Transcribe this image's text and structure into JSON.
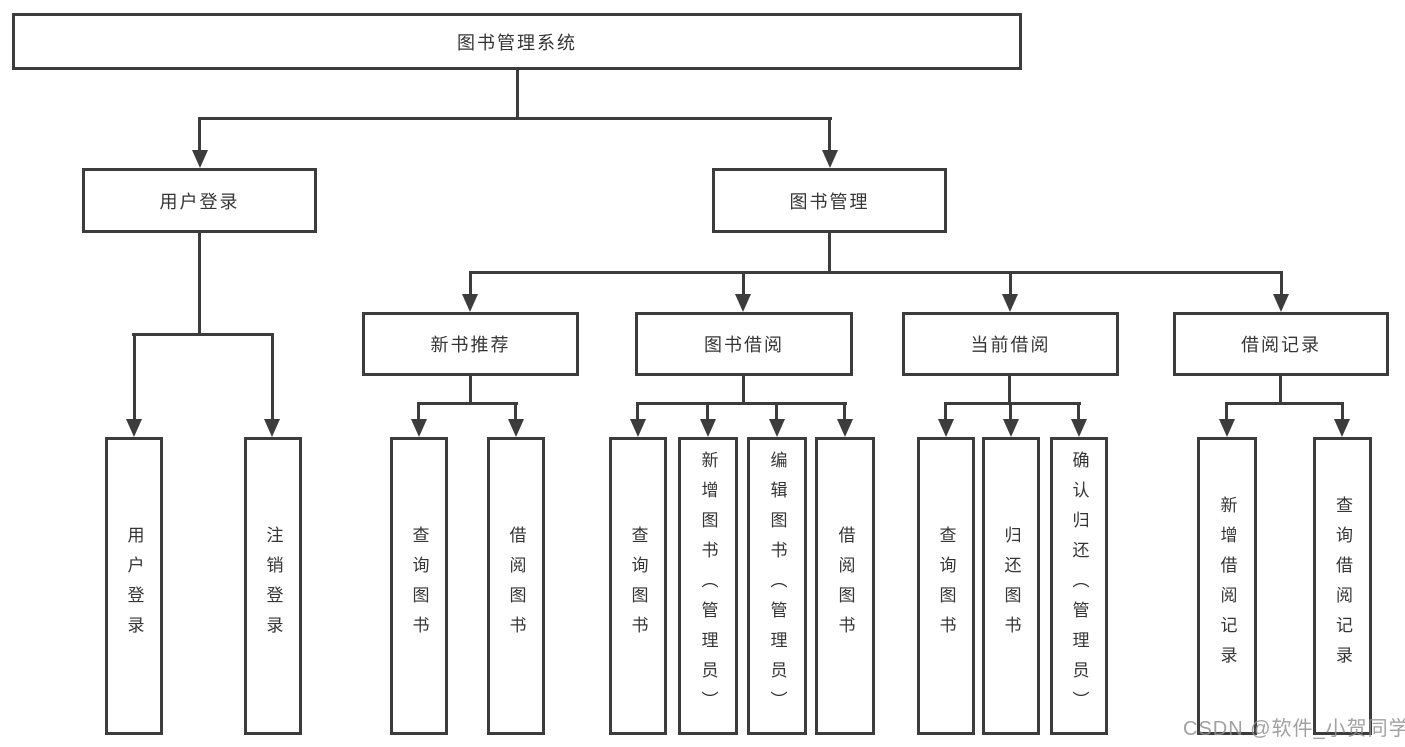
{
  "nodes": {
    "root": "图书管理系统",
    "userLogin": "用户登录",
    "bookMgmt": "图书管理",
    "newBooks": "新书推荐",
    "bookBorrow": "图书借阅",
    "currentBorrow": "当前借阅",
    "borrowRecords": "借阅记录",
    "leafUserLogin": "用户登录",
    "leafLogout": "注销登录",
    "nbQueryBook": "查询图书",
    "nbBorrowBook": "借阅图书",
    "bbQueryBook": "查询图书",
    "bbAddBook": "新增图书（管理员）",
    "bbEditBook": "编辑图书（管理员）",
    "bbBorrowBook": "借阅图书",
    "cbQueryBook": "查询图书",
    "cbReturnBook": "归还图书",
    "cbConfirmReturn": "确认归还（管理员）",
    "brAddRecord": "新增借阅记录",
    "brQueryRecord": "查询借阅记录"
  },
  "watermark": "CSDN @软件_小贺同学",
  "colors": {
    "line": "#3c3c3c",
    "text": "#353535",
    "watermark": "#919191",
    "background": "#ffffff"
  }
}
